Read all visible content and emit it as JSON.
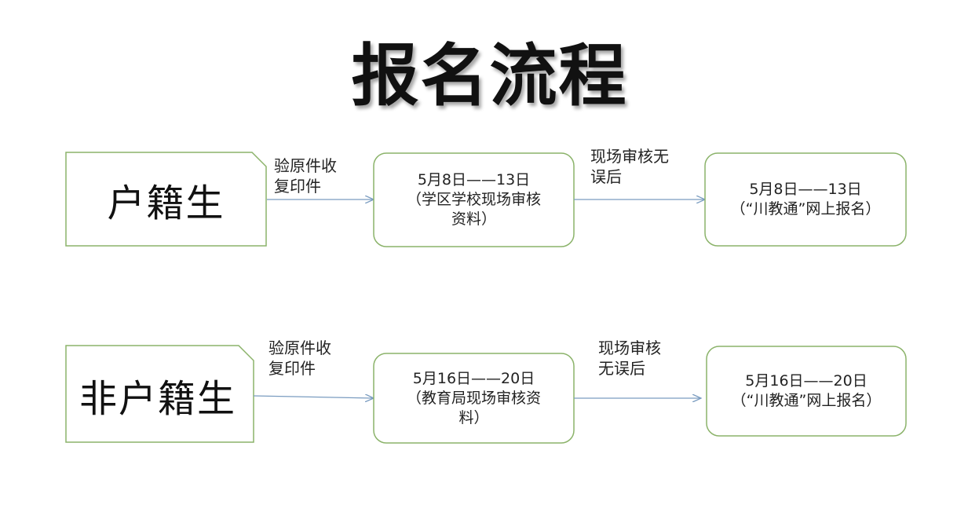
{
  "title": "报名流程",
  "rows": [
    {
      "category": "户籍生",
      "step1_label": "验原件收\n复印件",
      "box1": "5月8日——13日\n（学区学校现场审核\n资料）",
      "step2_label": "现场审核无\n误后",
      "box2": "5月8日——13日\n（“川教通”网上报名）"
    },
    {
      "category": "非户籍生",
      "step1_label": "验原件收\n复印件",
      "box1": "5月16日——20日\n（教育局现场审核资\n料）",
      "step2_label": "现场审核\n无误后",
      "box2": "5月16日——20日\n（“川教通”网上报名）"
    }
  ],
  "colors": {
    "border": "#8bb36a",
    "arrow": "#7a9cc0"
  }
}
